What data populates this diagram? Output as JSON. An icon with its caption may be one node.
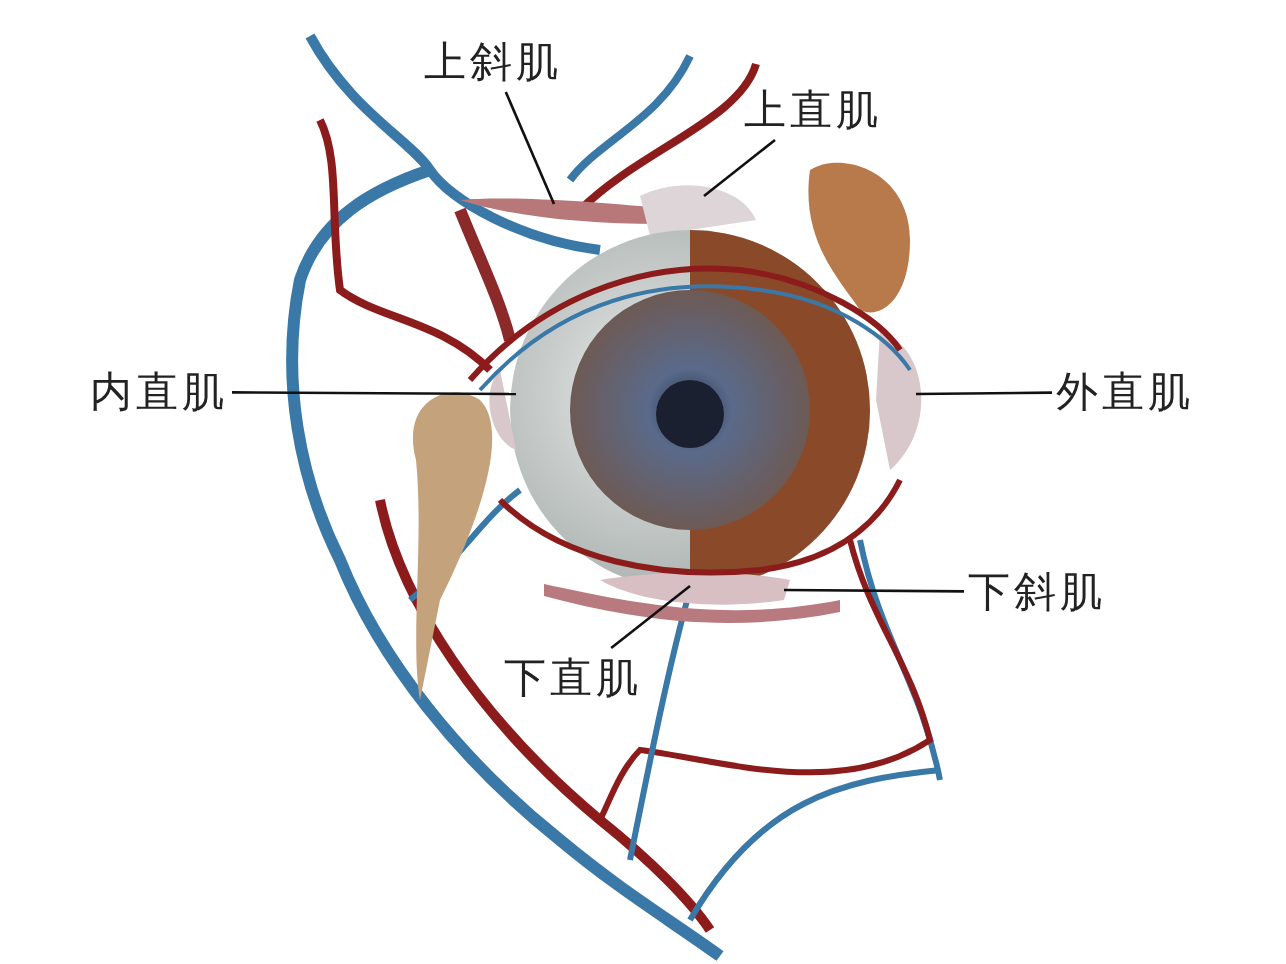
{
  "diagram": {
    "nodes": [
      {
        "text": [
          "上斜肌"
        ]
      },
      {
        "text": [
          "上直肌"
        ]
      },
      {
        "text": [
          "内直肌"
        ]
      },
      {
        "text": [
          "外直肌"
        ]
      },
      {
        "text": [
          "下斜肌"
        ]
      },
      {
        "text": [
          "下直肌"
        ]
      }
    ],
    "edges": [
      {
        "from": 0,
        "to": null,
        "arrow": "none"
      },
      {
        "from": 1,
        "to": null,
        "arrow": "none"
      },
      {
        "from": 2,
        "to": null,
        "arrow": "none"
      },
      {
        "from": 3,
        "to": null,
        "arrow": "none"
      },
      {
        "from": 4,
        "to": null,
        "arrow": "none"
      },
      {
        "from": 5,
        "to": null,
        "arrow": "none"
      }
    ]
  }
}
